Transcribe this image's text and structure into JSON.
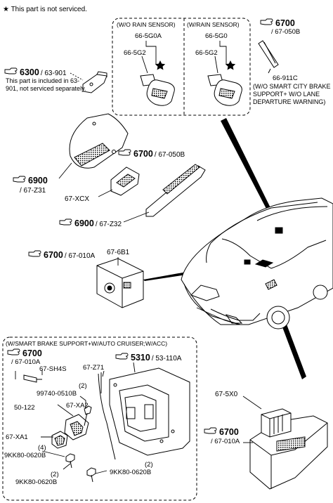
{
  "header": {
    "star_note": "This part is not serviced."
  },
  "boxes": {
    "wo_rain": "(W/O RAIN SENSOR)",
    "w_rain": "(W/RAIN SENSOR)",
    "smart_brake": "(W/SMART BRAKE SUPPORT+W/AUTO CRUISER;W/ACC)"
  },
  "refs": {
    "r6700_top": {
      "main": "6700",
      "sub": "/ 67-050B"
    },
    "r6300": {
      "main": "6300",
      "sub": "/ 63-901"
    },
    "r6700_mid": {
      "main": "6700",
      "sub": "/ 67-050B"
    },
    "r6900_a": {
      "main": "6900",
      "sub": "/ 67-Z31"
    },
    "r6900_b": {
      "main": "6900",
      "sub": "/ 67-Z32"
    },
    "r6700_left": {
      "main": "6700",
      "sub": "/ 67-010A"
    },
    "r6700_box": {
      "main": "6700",
      "sub": "/ 67-010A"
    },
    "r5310": {
      "main": "5310",
      "sub": "/ 53-110A"
    },
    "r6700_bottom": {
      "main": "6700",
      "sub": "/ 67-010A"
    }
  },
  "notes": {
    "n6300": "This part is included in 63-901, not serviced separately.",
    "n66911c_code": "66-911C",
    "n66911c": "(W/O SMART CITY BRAKE SUPPORT+ W/O LANE DEPARTURE WARNING)"
  },
  "parts": {
    "p66_5g0a": "66-5G0A",
    "p66_5g2_a": "66-5G2",
    "p66_5g0": "66-5G0",
    "p66_5g2_b": "66-5G2",
    "p67_xcx": "67-XCX",
    "p67_6b1": "67-6B1",
    "p67_sh4s": "67-SH4S",
    "p67_z71": "67-Z71",
    "p99740": "99740-0510B",
    "p99740_qty": "(2)",
    "p50_122": "50-122",
    "p67_xa2": "67-XA2",
    "p67_xa1": "67-XA1",
    "p9kk_a_qty": "(4)",
    "p9kk_a": "9KK80-0620B",
    "p9kk_b_qty": "(2)",
    "p9kk_b": "9KK80-0620B",
    "p9kk_c_qty": "(2)",
    "p9kk_c": "9KK80-0620B",
    "p67_5x0": "67-5X0"
  },
  "colors": {
    "ink": "#000000",
    "paper": "#ffffff",
    "gray": "#9a9a9a"
  }
}
